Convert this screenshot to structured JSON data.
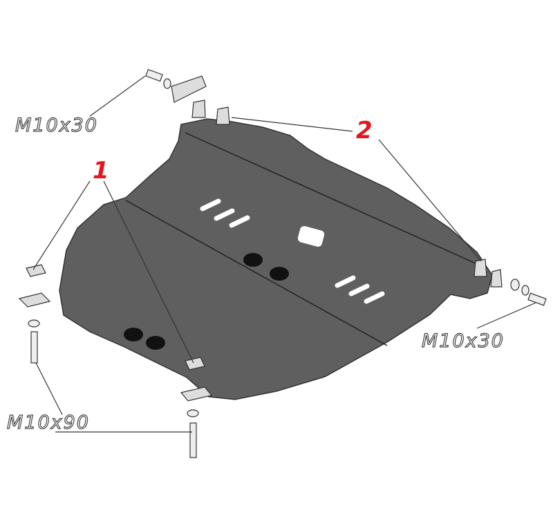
{
  "labels": {
    "bolt_top_left": "M10x30",
    "bolt_right": "M10x30",
    "bolt_bottom_left": "M10x90",
    "callout_1": "1",
    "callout_2": "2"
  },
  "colors": {
    "plate": "#5f5f5f",
    "callout": "#e8141e"
  }
}
